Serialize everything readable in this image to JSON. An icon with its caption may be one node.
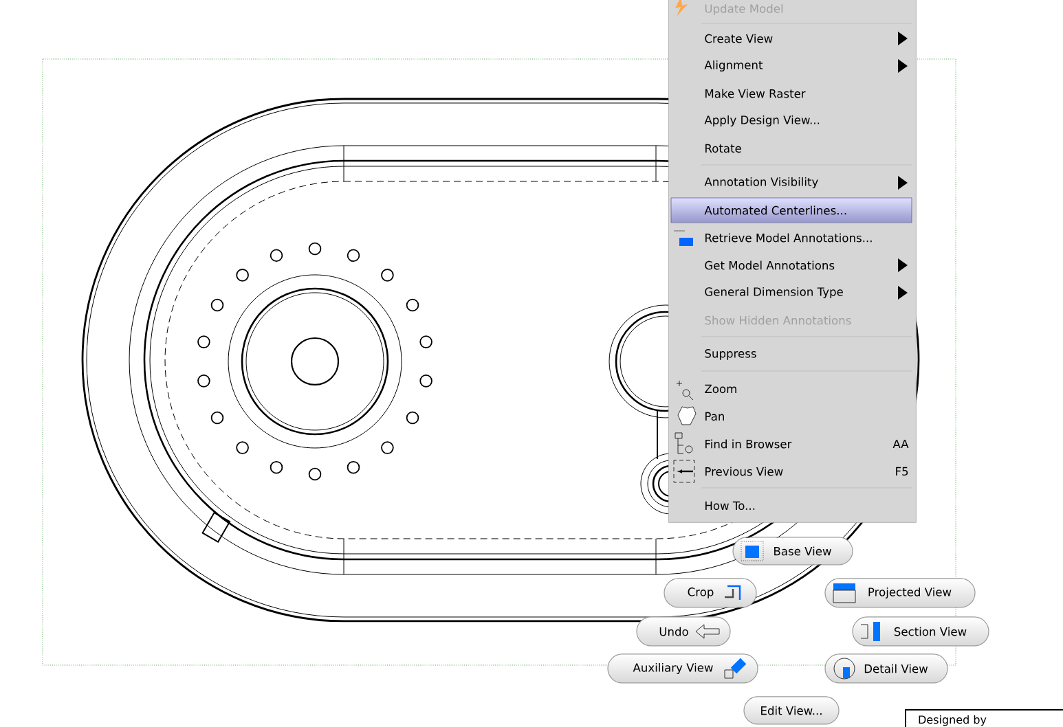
{
  "diagram": {
    "nodes": [
      {
        "text": [
          "Update Model",
          "Create View",
          "Alignment",
          "Make View Raster",
          "Apply Design View...",
          "Rotate",
          "Annotation Visibility",
          "Automated Centerlines...",
          "Retrieve Model Annotations...",
          "Get Model Annotations",
          "General Dimension Type",
          "Show Hidden Annotations",
          "Suppress",
          "Zoom",
          "Pan",
          "Find in Browser",
          "AA",
          "Previous View",
          "F5",
          "How To..."
        ]
      },
      {
        "text": [
          "Base View"
        ]
      },
      {
        "text": [
          "Crop"
        ]
      },
      {
        "text": [
          "Projected View"
        ]
      },
      {
        "text": [
          "Undo"
        ]
      },
      {
        "text": [
          "Section View"
        ]
      },
      {
        "text": [
          "Auxiliary View"
        ]
      },
      {
        "text": [
          "Detail View"
        ]
      },
      {
        "text": [
          "Edit View..."
        ]
      },
      {
        "text": [
          "Designed by"
        ]
      }
    ]
  }
}
